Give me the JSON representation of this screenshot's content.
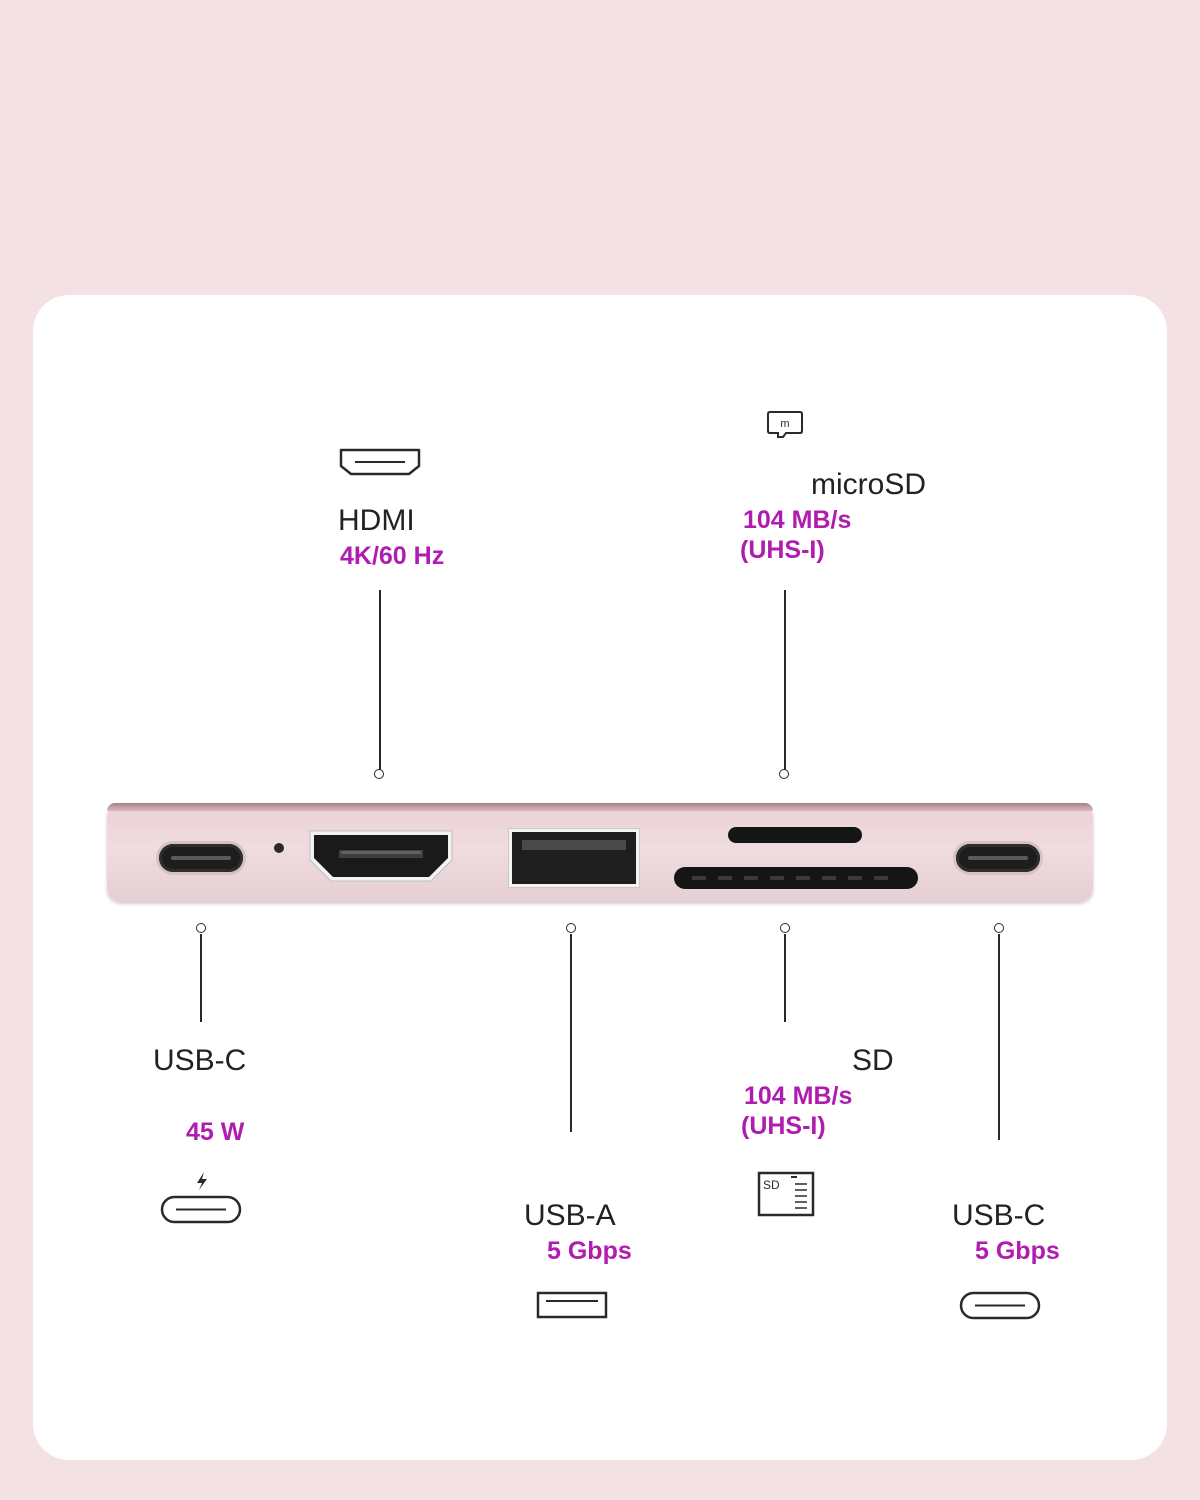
{
  "colors": {
    "background": "#f4e1e4",
    "accent": "#b01cb0"
  },
  "ports": {
    "hdmi": {
      "label": "HDMI",
      "spec": "4K/60 Hz",
      "icon": "hdmi-icon"
    },
    "microsd": {
      "label": "microSD",
      "spec_line1": "104 MB/s",
      "spec_line2": "(UHS-I)",
      "icon": "microsd-icon",
      "icon_text": "m"
    },
    "usbc_pd": {
      "label": "USB-C",
      "spec": "45 W",
      "icon": "usb-c-power-icon"
    },
    "usba": {
      "label": "USB-A",
      "spec": "5 Gbps",
      "icon": "usb-a-icon"
    },
    "sd": {
      "label": "SD",
      "spec_line1": "104 MB/s",
      "spec_line2": "(UHS-I)",
      "icon": "sd-card-icon",
      "icon_text": "SD"
    },
    "usbc_data": {
      "label": "USB-C",
      "spec": "5 Gbps",
      "icon": "usb-c-icon"
    }
  }
}
